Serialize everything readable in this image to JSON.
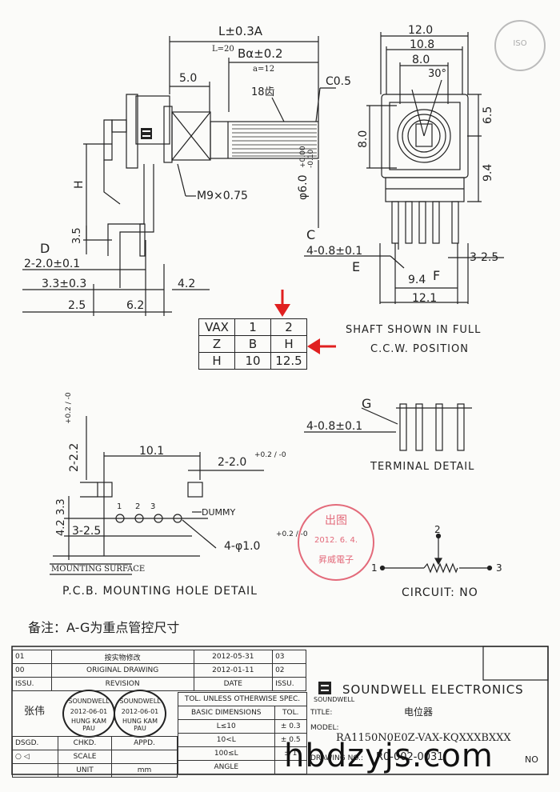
{
  "front_view": {
    "dim_L": "L±0.3A",
    "dim_L_note": "L=20",
    "dim_B": "Bα±0.2",
    "dim_B_note": "a=12",
    "dim_5": "5.0",
    "chamfer": "C0.5",
    "teeth": "18齿",
    "thread": "M9×0.75",
    "shaft_dia": "φ6.0",
    "shaft_tol_top": "+0.00",
    "shaft_tol_bottom": "-0.10",
    "dim_H": "H",
    "dim_35": "3.5",
    "label_D": "D",
    "dim_d1": "2-2.0±0.1",
    "dim_d2": "3.3±0.3",
    "dim_42": "4.2",
    "dim_25": "2.5",
    "dim_62": "6.2",
    "label_C": "C"
  },
  "side_view": {
    "dim_120": "12.0",
    "dim_108": "10.8",
    "dim_80top": "8.0",
    "angle": "30°",
    "dim_65": "6.5",
    "dim_80side": "8.0",
    "dim_94side": "9.4",
    "dim_e": "4-0.8±0.1",
    "label_E": "E",
    "dim_325": "3-2.5",
    "dim_94": "9.4",
    "label_F": "F",
    "dim_121": "12.1"
  },
  "vax_table": {
    "rows": [
      [
        "VAX",
        "1",
        "2"
      ],
      [
        "Z",
        "B",
        "H"
      ],
      [
        "H",
        "10",
        "12.5"
      ]
    ]
  },
  "shaft_note": [
    "SHAFT SHOWN IN FULL",
    "C.C.W. POSITION"
  ],
  "terminal": {
    "label_G": "G",
    "dim": "4-0.8±0.1",
    "title": "TERMINAL DETAIL"
  },
  "pcb": {
    "dim_222": "2-2.2",
    "dim_222_tol": "+0.2 / -0",
    "dim_101": "10.1",
    "dim_220": "2-2.0",
    "dim_220_tol": "+0.2 / -0",
    "dim_33": "3.3",
    "dim_42": "4.2",
    "dim_325": "3-2.5",
    "pins": [
      "1",
      "2",
      "3"
    ],
    "dummy": "DUMMY",
    "hole": "4-φ1.0",
    "hole_tol": "+0.2 / -0",
    "mounting_surface": "MOUNTING SURFACE",
    "title": "P.C.B. MOUNTING HOLE DETAIL"
  },
  "stamp_red": {
    "top": "出图",
    "date": "2012. 6. 4.",
    "bottom": "昇威電子"
  },
  "stamp_gray": {
    "text": "ISO"
  },
  "circuit": {
    "pin1": "1",
    "pin2": "2",
    "pin3": "3",
    "title": "CIRCUIT: NO"
  },
  "note": "备注：A-G为重点管控尺寸",
  "title_block": {
    "rev_rows": [
      {
        "no": "01",
        "desc": "按实物修改",
        "date": "2012-05-31",
        "seq": "03"
      },
      {
        "no": "00",
        "desc": "ORIGINAL DRAWING",
        "date": "2012-01-11",
        "seq": "02"
      }
    ],
    "hdr_issu": "ISSU.",
    "hdr_revision": "REVISION",
    "hdr_date": "DATE",
    "hdr_issu2": "ISSU.",
    "company": "SOUNDWELL ELECTRONICS",
    "logo_caption": "SOUNDWELL",
    "drawer": "张伟",
    "sig1": {
      "name": "SOUNDWELL",
      "date": "2012-06-01",
      "person": "HUNG KAM PAU"
    },
    "sig2": {
      "name": "SOUNDWELL",
      "date": "2012-06-01",
      "person": "HUNG KAM PAU"
    },
    "tol_hdr": "TOL. UNLESS OTHERWISE SPEC.",
    "basic_dim": "BASIC DIMENSIONS",
    "tol": "TOL.",
    "tol_rows": [
      [
        "L≤10",
        "± 0.3"
      ],
      [
        "10<L",
        "± 0.5"
      ],
      [
        "100≤L",
        "± 1"
      ]
    ],
    "angle": "ANGLE",
    "title_label": "TITLE:",
    "title_value": "电位器",
    "model_label": "MODEL:",
    "model_value": "RA1150N0E0Z-VAX-KQXXXBXXX",
    "dwg_label": "DRAWING NO.:",
    "dwg_value": "R0-002-0031",
    "no": "NO",
    "dsgd": "DSGD.",
    "chkd": "CHKD.",
    "appd": "APPD.",
    "scale": "SCALE",
    "unit": "UNIT",
    "unit_val": "mm"
  },
  "watermark": "hbdzyjs.com"
}
